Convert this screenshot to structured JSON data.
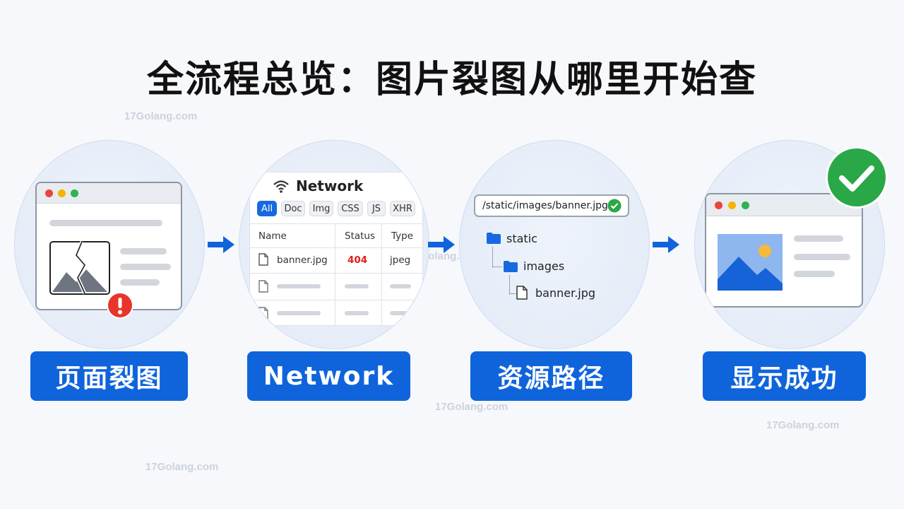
{
  "title": "全流程总览：图片裂图从哪里开始查",
  "steps": [
    {
      "label": "页面裂图"
    },
    {
      "label": "Network"
    },
    {
      "label": "资源路径"
    },
    {
      "label": "显示成功"
    }
  ],
  "network": {
    "title": "Network",
    "filters": [
      "All",
      "Doc",
      "Img",
      "CSS",
      "JS",
      "XHR"
    ],
    "active_filter": "All",
    "columns": [
      "Name",
      "Status",
      "Type"
    ],
    "row": {
      "name": "banner.jpg",
      "status": "404",
      "type": "jpeg"
    }
  },
  "path": {
    "url": "/static/images/banner.jpg",
    "tree": [
      "static",
      "images",
      "banner.jpg"
    ]
  },
  "watermark": "17Golang.com",
  "colors": {
    "primary_blue": "#0f64dc",
    "error_red": "#e8352b",
    "success_green": "#2aa847",
    "status_404": "#e02020"
  }
}
